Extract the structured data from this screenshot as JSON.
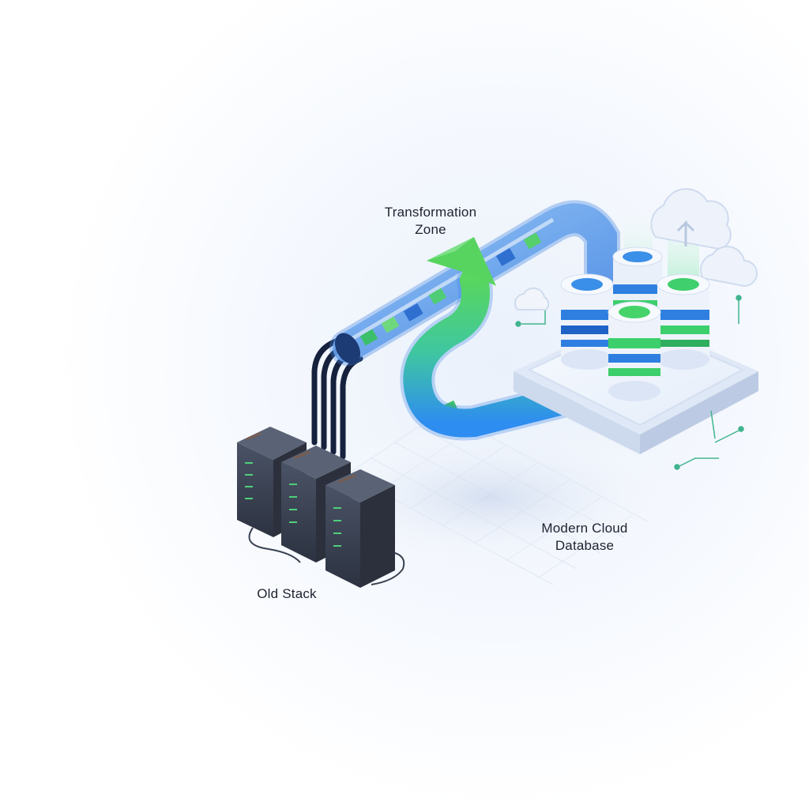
{
  "labels": {
    "transformation_zone": [
      "Transformation",
      "Zone"
    ],
    "modern_cloud_database": [
      "Modern Cloud",
      "Database"
    ],
    "old_stack": "Old Stack"
  },
  "colors": {
    "pipe_blue": "#4a8fe6",
    "pipe_light": "#a9d4fb",
    "arrow_green": "#45c76a",
    "db_blue": "#2f7fe0",
    "db_green": "#3ccf6b",
    "server_dark": "#3a4252",
    "cable_navy": "#16213d",
    "grid_line": "#dde6f3",
    "platform": "#eef3fb",
    "text": "#1e2230"
  },
  "icons": [
    "server-rack-icon",
    "database-cylinder-icon",
    "cloud-upload-icon",
    "pipeline-icon",
    "transform-arrow-icon",
    "data-packet-icon"
  ]
}
